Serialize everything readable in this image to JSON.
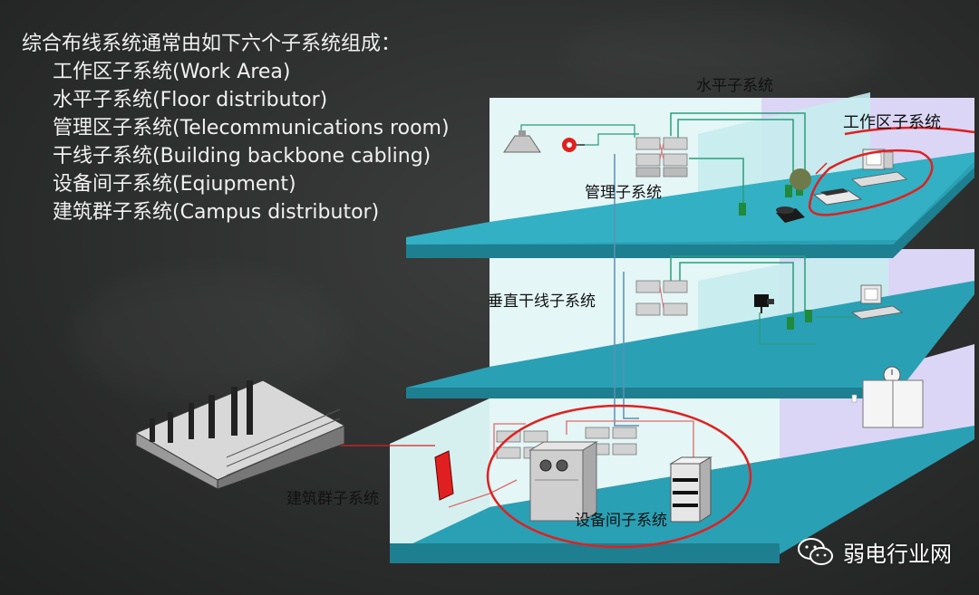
{
  "intro": {
    "heading": "综合布线系统通常由如下六个子系统组成：",
    "items": [
      "工作区子系统(Work Area)",
      "水平子系统(Floor distributor)",
      "管理区子系统(Telecommunications room)",
      "干线子系统(Building backbone cabling)",
      "设备间子系统(Eqiupment)",
      "建筑群子系统(Campus distributor)"
    ]
  },
  "diagram": {
    "labels": {
      "horizontal": "水平子系统",
      "work_area": "工作区子系统",
      "management": "管理子系统",
      "backbone": "垂直干线子系统",
      "campus": "建筑群子系统",
      "equipment_room": "设备间子系统"
    },
    "icons": [
      "speaker-icon",
      "alarm-bell-icon",
      "computer-icon",
      "printer-icon",
      "telephone-icon",
      "camera-icon",
      "clock-icon",
      "door-icon",
      "building-icon",
      "server-rack-icon",
      "cabinet-icon"
    ],
    "colors": {
      "floor": "#2aa0b5",
      "wall_light": "#e3f5f5",
      "wall_cyan": "#c9ecee",
      "wall_lavender": "#dcd6f6",
      "highlight_red": "#e02020",
      "cable_green": "#2a9d7a",
      "cable_red": "#e06a6a"
    }
  },
  "watermark": {
    "text": "弱电行业网",
    "icon": "wechat-icon"
  }
}
